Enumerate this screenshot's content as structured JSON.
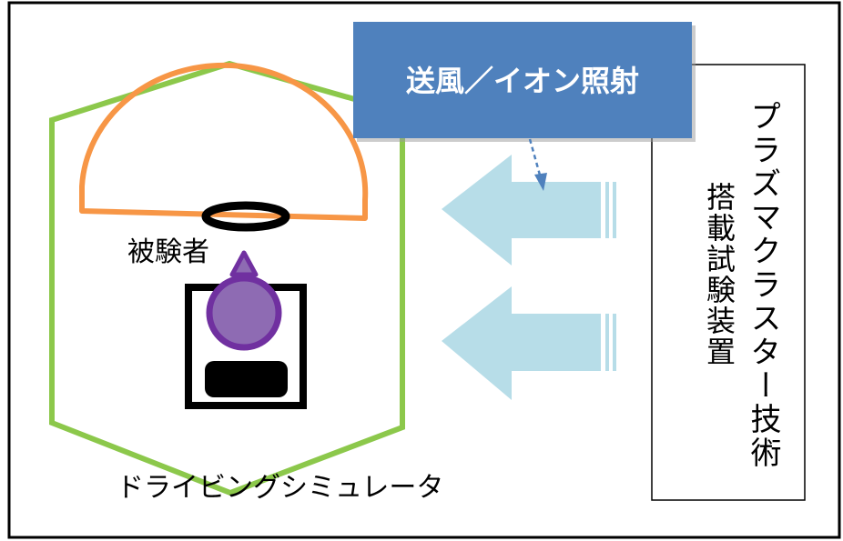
{
  "labels": {
    "airflow_box": "送風／イオン照射",
    "device_line1": "プラズマクラスター技術",
    "device_line2": "搭載試験装置",
    "subject": "被験者",
    "simulator": "ドライビングシミュレータ"
  },
  "colors": {
    "frame_border": "#000000",
    "hexagon": "#8cc84b",
    "dome": "#f79646",
    "airflow_box_fill": "#4f81bd",
    "airflow_box_text": "#ffffff",
    "arrows": "#b7dde8",
    "dashed_arrow": "#4f81bd",
    "subject_head": "#7030a0",
    "subject_head_fill": "#8e6bb3",
    "seat": "#000000",
    "text": "#000000"
  }
}
